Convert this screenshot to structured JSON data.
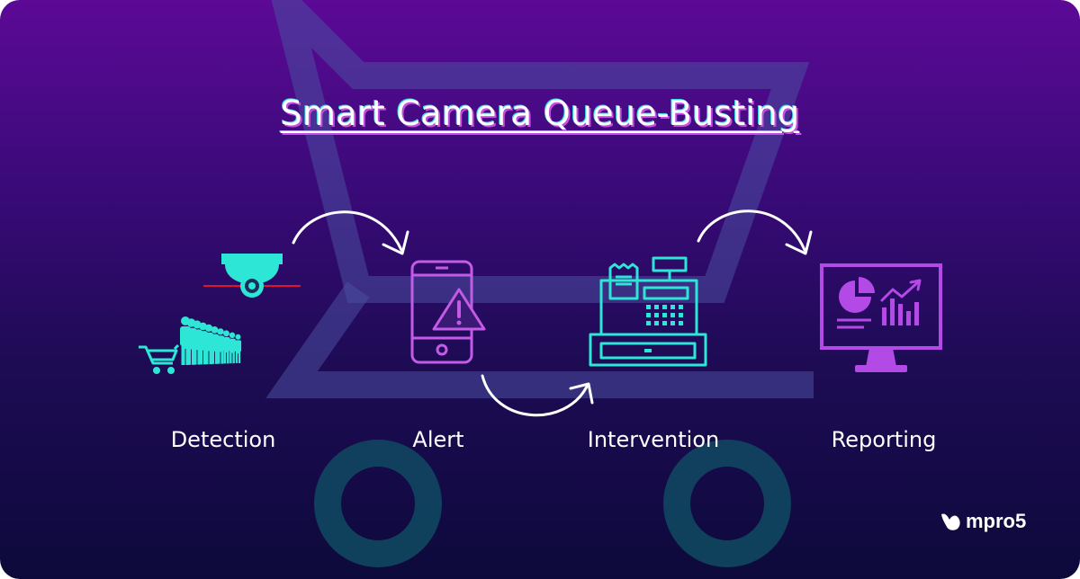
{
  "title": "Smart Camera Queue-Busting",
  "steps": [
    {
      "label": "Detection",
      "icon": "camera-queue-icon"
    },
    {
      "label": "Alert",
      "icon": "phone-alert-icon"
    },
    {
      "label": "Intervention",
      "icon": "cash-register-icon"
    },
    {
      "label": "Reporting",
      "icon": "monitor-report-icon"
    }
  ],
  "logo": {
    "text": "mpro5"
  },
  "colors": {
    "background_top": "#5c0996",
    "background_bottom": "#0d0a3b",
    "detection_accent": "#2ee6d6",
    "alert_accent": "#c45be6",
    "intervention_accent": "#2ee6d6",
    "reporting_accent": "#b44ae6",
    "camera_red_line": "#e0142c",
    "text": "#ffffff"
  }
}
